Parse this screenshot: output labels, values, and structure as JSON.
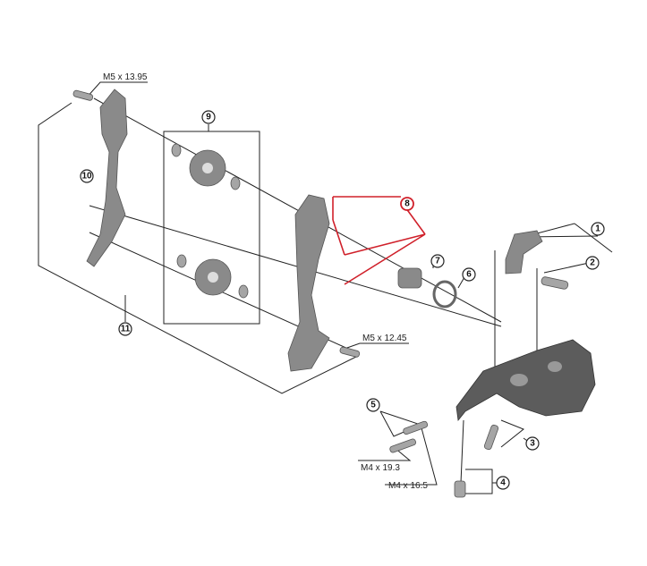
{
  "callouts": {
    "c1": "1",
    "c2": "2",
    "c3": "3",
    "c4": "4",
    "c5": "5",
    "c6": "6",
    "c7": "7",
    "c8": "8",
    "c9": "9",
    "c10": "10",
    "c11": "11"
  },
  "sizes": {
    "top_bolt": "M5 x 13.95",
    "cage_bolt": "M5 x 12.45",
    "bolt_long": "M4 x 19.3",
    "bolt_short": "M4 x 16.5"
  },
  "colors": {
    "highlight": "#d0202a",
    "part": "#8a8a8a"
  }
}
